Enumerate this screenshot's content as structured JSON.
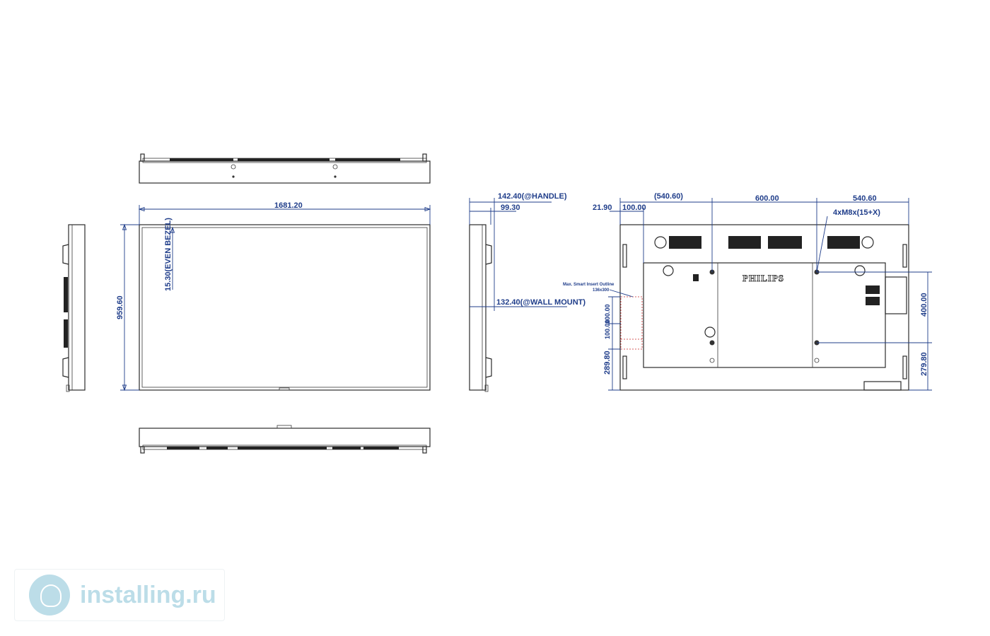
{
  "dimensions": {
    "width": "1681.20",
    "height": "959.60",
    "bezel": "15.30(EVEN BEZEL)",
    "handle_depth": "142.40(@HANDLE)",
    "depth": "99.30",
    "wall_mount_depth": "132.40(@WALL MOUNT)",
    "left_offset": "21.90",
    "insert_offset": "100.00",
    "left_span": "(540.60)",
    "center_span": "600.00",
    "right_span": "540.60",
    "vesa_height": "400.00",
    "bottom_right": "279.80",
    "bottom_left": "289.80",
    "insert_v1": "100.00",
    "insert_v2": "100.00"
  },
  "labels": {
    "screw_spec": "4xM8x(15+X)",
    "insert_outline_line1": "Max. Smart Insert Outline",
    "insert_outline_line2": "136x300",
    "brand": "PHILIPS"
  },
  "watermark": {
    "text": "installing.ru"
  },
  "colors": {
    "dimension": "#1f3d8a",
    "outline": "#2b2b2b",
    "insert_outline": "#c62828",
    "watermark": "#bcdde8"
  }
}
